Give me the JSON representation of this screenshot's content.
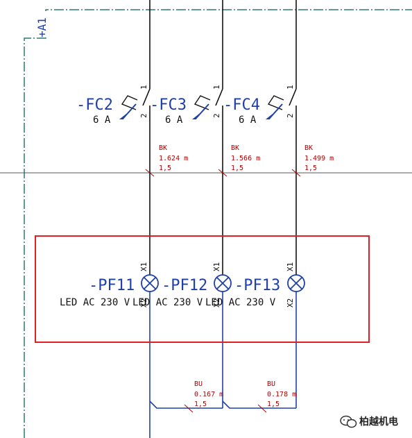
{
  "location_tag": "+A1",
  "breakers": [
    {
      "id": "-FC2",
      "rating": "6 A",
      "terminal_top": "1",
      "terminal_bottom": "2"
    },
    {
      "id": "-FC3",
      "rating": "6 A",
      "terminal_top": "1",
      "terminal_bottom": "2"
    },
    {
      "id": "-FC4",
      "rating": "6 A",
      "terminal_top": "1",
      "terminal_bottom": "2"
    }
  ],
  "top_wires": [
    {
      "color": "BK",
      "length": "1.624 m",
      "cross_section": "1,5"
    },
    {
      "color": "BK",
      "length": "1.566 m",
      "cross_section": "1,5"
    },
    {
      "color": "BK",
      "length": "1.499 m",
      "cross_section": "1,5"
    }
  ],
  "lamps": [
    {
      "id": "-PF11",
      "desc": "LED AC 230 V",
      "terminal_top": "X1",
      "terminal_bottom": "X2"
    },
    {
      "id": "-PF12",
      "desc": "LED AC 230 V",
      "terminal_top": "X1",
      "terminal_bottom": "X2"
    },
    {
      "id": "-PF13",
      "desc": "LED AC 230 V",
      "terminal_top": "X1",
      "terminal_bottom": "X2"
    }
  ],
  "bottom_wires": [
    {
      "color": "BU",
      "length": "0.167 m",
      "cross_section": "1,5"
    },
    {
      "color": "BU",
      "length": "0.178 m",
      "cross_section": "1,5"
    }
  ],
  "watermark": "柏越机电",
  "colors": {
    "wire_dark": "#111111",
    "wire_blue": "#1f3fa8",
    "highlight_box": "#e02020",
    "annotation": "#b00000",
    "frame": "#2f7a6a"
  }
}
